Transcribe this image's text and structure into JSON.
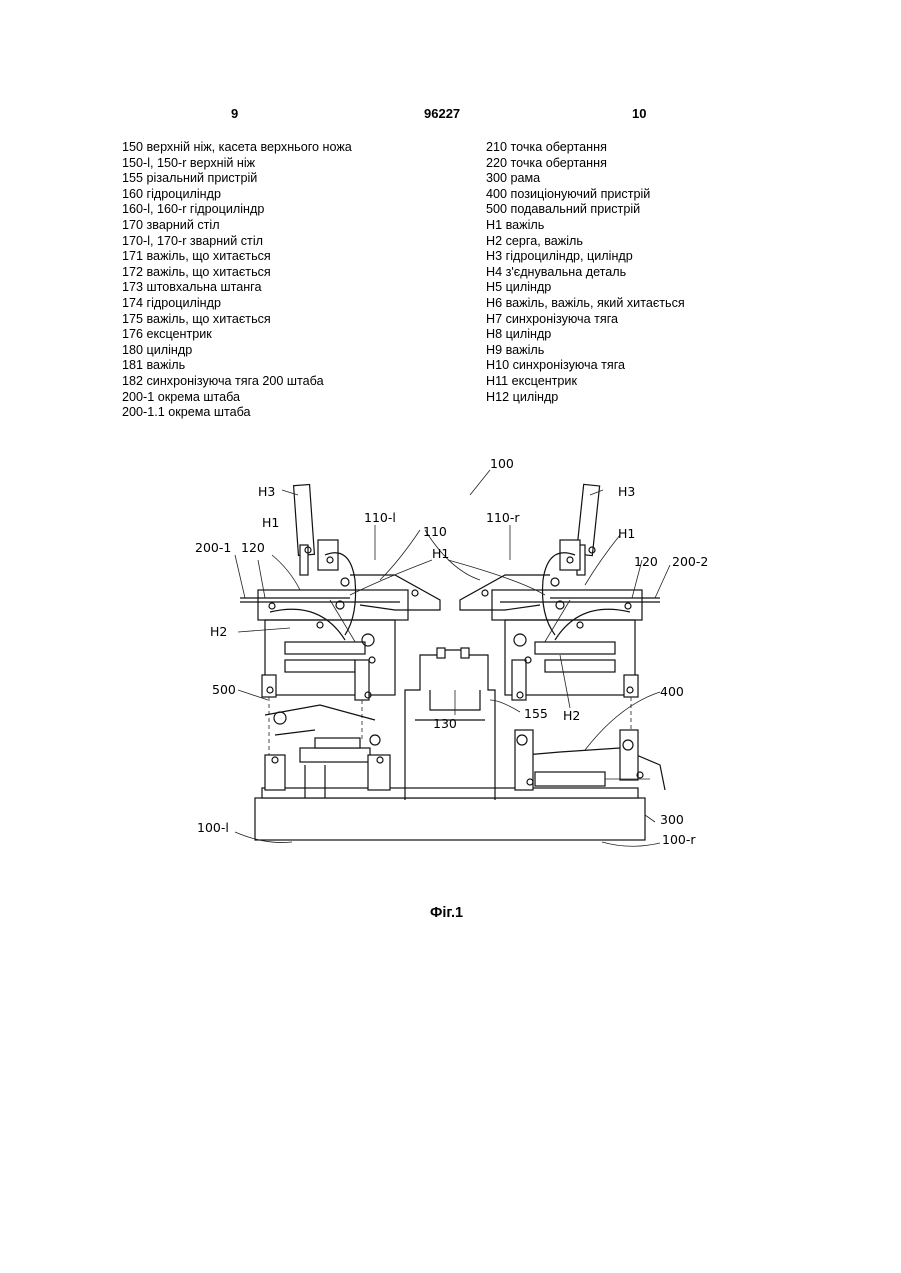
{
  "header": {
    "left_page": "9",
    "patent_number": "96227",
    "right_page": "10"
  },
  "left_column": [
    "150 верхній ніж, касета верхнього ножа",
    "150-l, 150-r верхній ніж",
    "155 різальний пристрій",
    "160 гідроциліндр",
    "160-l, 160-r гідроциліндр",
    "170 зварний стіл",
    "170-l, 170-r зварний стіл",
    "171 важіль, що хитається",
    "172 важіль, що хитається",
    "173 штовхальна штанга",
    "174 гідроциліндр",
    "175 важіль, що хитається",
    "176 ексцентрик",
    "180 циліндр",
    "181 важіль",
    "182 синхронізуюча тяга 200 штаба",
    "200-1 окрема штаба",
    "200-1.1 окрема штаба"
  ],
  "right_column": [
    "210 точка обертання",
    "220 точка обертання",
    "300 рама",
    "400 позиціонуючий пристрій",
    "500 подавальний пристрій",
    "H1 важіль",
    "H2 серга, важіль",
    "H3 гідроциліндр, циліндр",
    "H4 з'єднувальна деталь",
    "H5 циліндр",
    "H6 важіль, важіль, який хитається",
    "H7 синхронізуюча тяга",
    "H8 циліндр",
    "H9 важіль",
    "H10 синхронізуюча тяга",
    "H11 ексцентрик",
    "H12 циліндр"
  ],
  "figure": {
    "labels": {
      "l100": "100",
      "l110": "110",
      "l110l": "110-l",
      "l110r": "110-r",
      "h3_left": "H3",
      "h3_right": "H3",
      "h1_left": "H1",
      "h1_right": "H1",
      "h1_center": "H1",
      "l200_1": "200-1",
      "l200_2": "200-2",
      "l120_left": "120",
      "l120_right": "120",
      "h2_left": "H2",
      "h2_right": "H2",
      "l500": "500",
      "l400": "400",
      "l130": "130",
      "l155": "155",
      "l300": "300",
      "l100l": "100-l",
      "l100r": "100-r"
    },
    "caption": "Фіг.1"
  }
}
